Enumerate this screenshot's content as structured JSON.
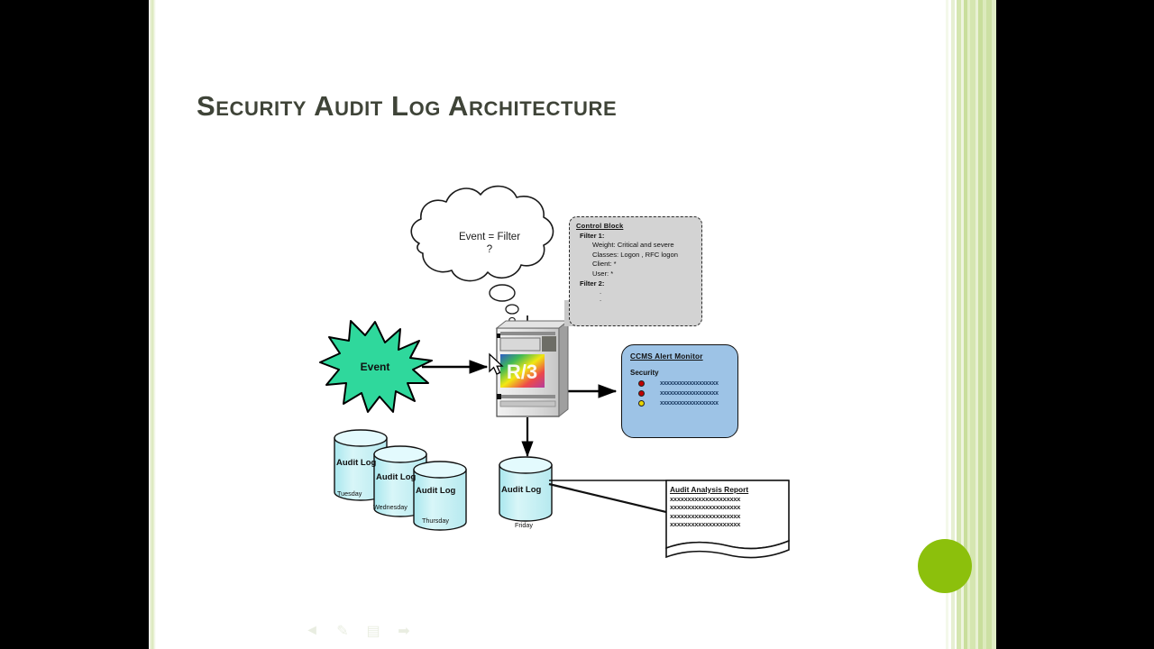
{
  "slide": {
    "title": "Security Audit Log Architecture",
    "background": "#ffffff",
    "accent_color": "#8CC00C",
    "title_color": "#3f4438"
  },
  "diagram": {
    "thought_bubble": {
      "line1": "Event = Filter",
      "line2": "?"
    },
    "event_star": {
      "label": "Event",
      "fill": "#2FD89C"
    },
    "server": {
      "name": "SAP R/3 server",
      "logo_text": "R/3"
    },
    "control_block": {
      "header": "Control Block",
      "filter1_label": "Filter 1:",
      "filter1_lines": [
        "Weight: Critical and severe",
        "Classes: Logon , RFC logon",
        "Client: *",
        "User: *"
      ],
      "filter2_label": "Filter 2:",
      "dots": [
        ".",
        "."
      ],
      "fill": "#d3d3d3"
    },
    "ccms": {
      "header": "CCMS Alert Monitor",
      "section": "Security",
      "fill": "#9dc3e6",
      "alerts": [
        {
          "severity_color": "#c00000",
          "text": "xxxxxxxxxxxxxxxxxx"
        },
        {
          "severity_color": "#c00000",
          "text": "xxxxxxxxxxxxxxxxxx"
        },
        {
          "severity_color": "#e8d400",
          "text": "xxxxxxxxxxxxxxxxxx"
        }
      ]
    },
    "audit_logs": [
      {
        "label": "Audit Log",
        "day": "Tuesday"
      },
      {
        "label": "Audit Log",
        "day": "Wednesday"
      },
      {
        "label": "Audit Log",
        "day": "Thursday"
      },
      {
        "label": "Audit Log",
        "day": "Friday"
      }
    ],
    "report": {
      "header": "Audit Analysis Report",
      "lines": [
        "xxxxxxxxxxxxxxxxxxxx",
        "xxxxxxxxxxxxxxxxxxxx",
        "xxxxxxxxxxxxxxxxxxxx",
        "xxxxxxxxxxxxxxxxxxxx"
      ]
    }
  },
  "toolbar": {
    "prev_label": "◄",
    "pen_label": "✎",
    "menu_label": "▤",
    "next_label": "➡"
  }
}
